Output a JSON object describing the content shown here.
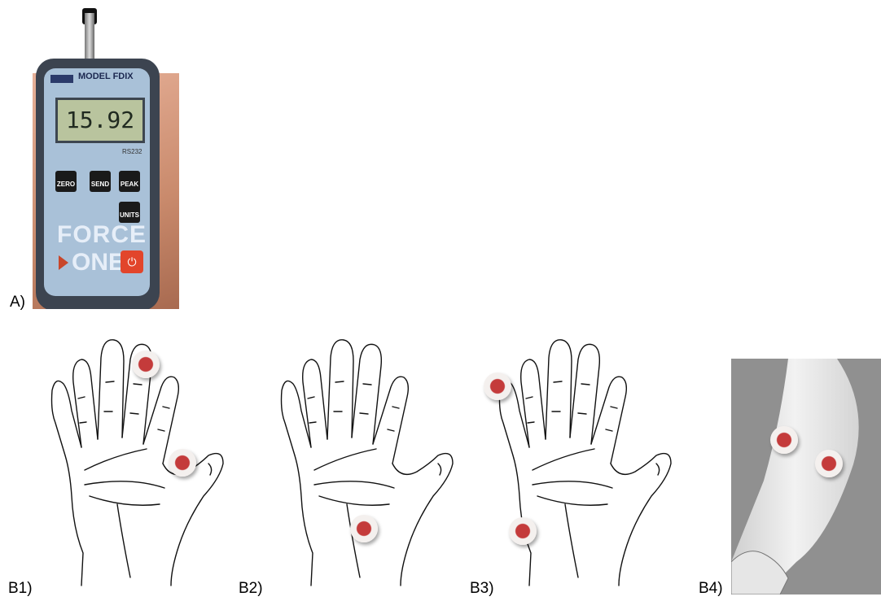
{
  "labels": {
    "a": "A)",
    "b1": "B1)",
    "b2": "B2)",
    "b3": "B3)",
    "b4": "B4)"
  },
  "device": {
    "model": "MODEL FDIX",
    "reading": "15.92",
    "port": "RS232",
    "buttons": [
      "ZERO",
      "SEND",
      "PEAK",
      "UNITS"
    ],
    "brand_line1": "FORCE",
    "brand_line2": "ONE"
  },
  "colors": {
    "marker": "#c43b3b",
    "marker_ring": "#f4f0ee",
    "device_face": "#a9c1d8",
    "power": "#e2452b"
  }
}
